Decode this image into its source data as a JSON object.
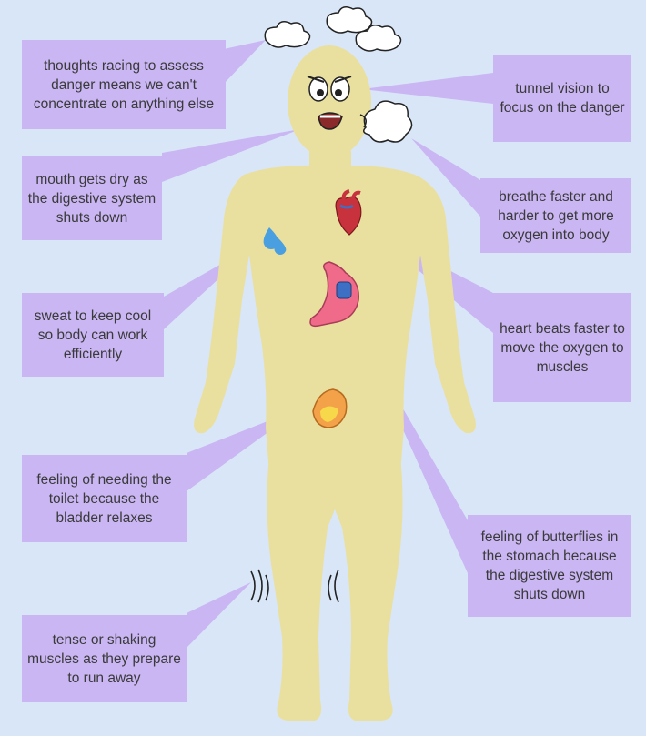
{
  "labels": {
    "thoughts": "thoughts racing to assess danger means we can't concentrate on anything else",
    "tunnel_vision": "tunnel vision to focus on the danger",
    "mouth_dry": "mouth gets dry as the digestive system shuts down",
    "breathe": "breathe faster and harder to get more oxygen into body",
    "sweat": "sweat to keep cool so body can work efficiently",
    "heart": "heart beats faster to move the oxygen to muscles",
    "toilet": "feeling of needing the toilet because the bladder relaxes",
    "butterflies": "feeling of butterflies in the stomach because the digestive system shuts down",
    "muscles": "tense or shaking muscles as they prepare to run away"
  },
  "colors": {
    "background": "#d9e6f7",
    "label_fill": "#c9b6f3",
    "body": "#e9e0a0",
    "text": "#3a3a3a"
  },
  "icons": {
    "thought_clouds": "cloud-icon",
    "breath": "breath-puff-icon",
    "sweat": "sweat-drops-icon",
    "heart": "heart-organ-icon",
    "stomach": "stomach-organ-icon",
    "bladder": "bladder-organ-icon",
    "shake": "shake-lines-icon"
  }
}
